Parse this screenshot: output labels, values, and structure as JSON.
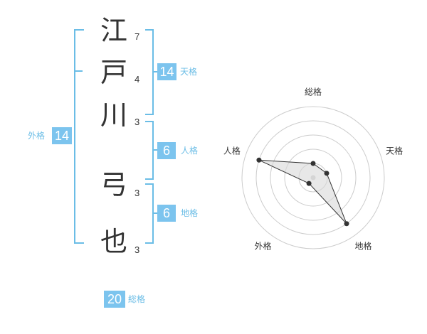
{
  "name": {
    "family": [
      {
        "char": "江",
        "strokes": "7"
      },
      {
        "char": "戸",
        "strokes": "4"
      },
      {
        "char": "川",
        "strokes": "3"
      }
    ],
    "given": [
      {
        "char": "弓",
        "strokes": "3"
      },
      {
        "char": "也",
        "strokes": "3"
      }
    ]
  },
  "fortunes": {
    "tenkaku": {
      "value": "14",
      "label": "天格"
    },
    "jinkaku": {
      "value": "6",
      "label": "人格"
    },
    "chikaku": {
      "value": "6",
      "label": "地格"
    },
    "gaikaku": {
      "value": "14",
      "label": "外格"
    },
    "soukaku": {
      "value": "20",
      "label": "総格"
    }
  },
  "radar": {
    "axes": [
      "総格",
      "天格",
      "地格",
      "外格",
      "人格"
    ],
    "levels": 5,
    "scores": [
      1,
      1,
      4,
      0.5,
      4
    ],
    "line_color": "#333333",
    "fill_color": "#d9d9d9",
    "grid_color": "#cccccc"
  },
  "colors": {
    "accent": "#7cc4ee",
    "bracket": "#6bbde6",
    "text": "#333333"
  }
}
